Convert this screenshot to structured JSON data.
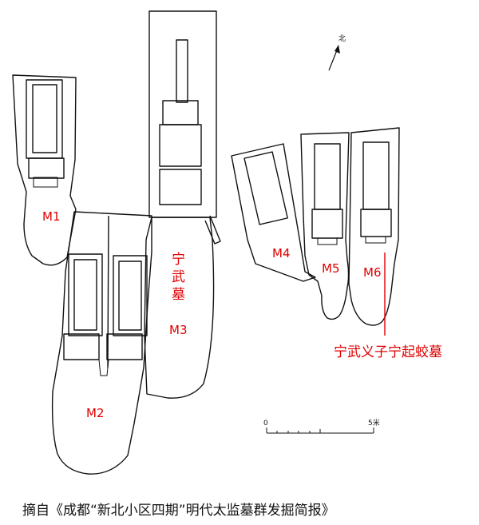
{
  "north_label": "北",
  "tombs": {
    "m1": "M1",
    "m2": "M2",
    "m3": "M3",
    "m3_name": [
      "宁",
      "武",
      "墓"
    ],
    "m4": "M4",
    "m5": "M5",
    "m6": "M6"
  },
  "annotation": "宁武义子宁起蛟墓",
  "scale": {
    "zero": "0",
    "end": "5米"
  },
  "caption": "摘自《成都“新北小区四期”明代太监墓群发掘简报》"
}
